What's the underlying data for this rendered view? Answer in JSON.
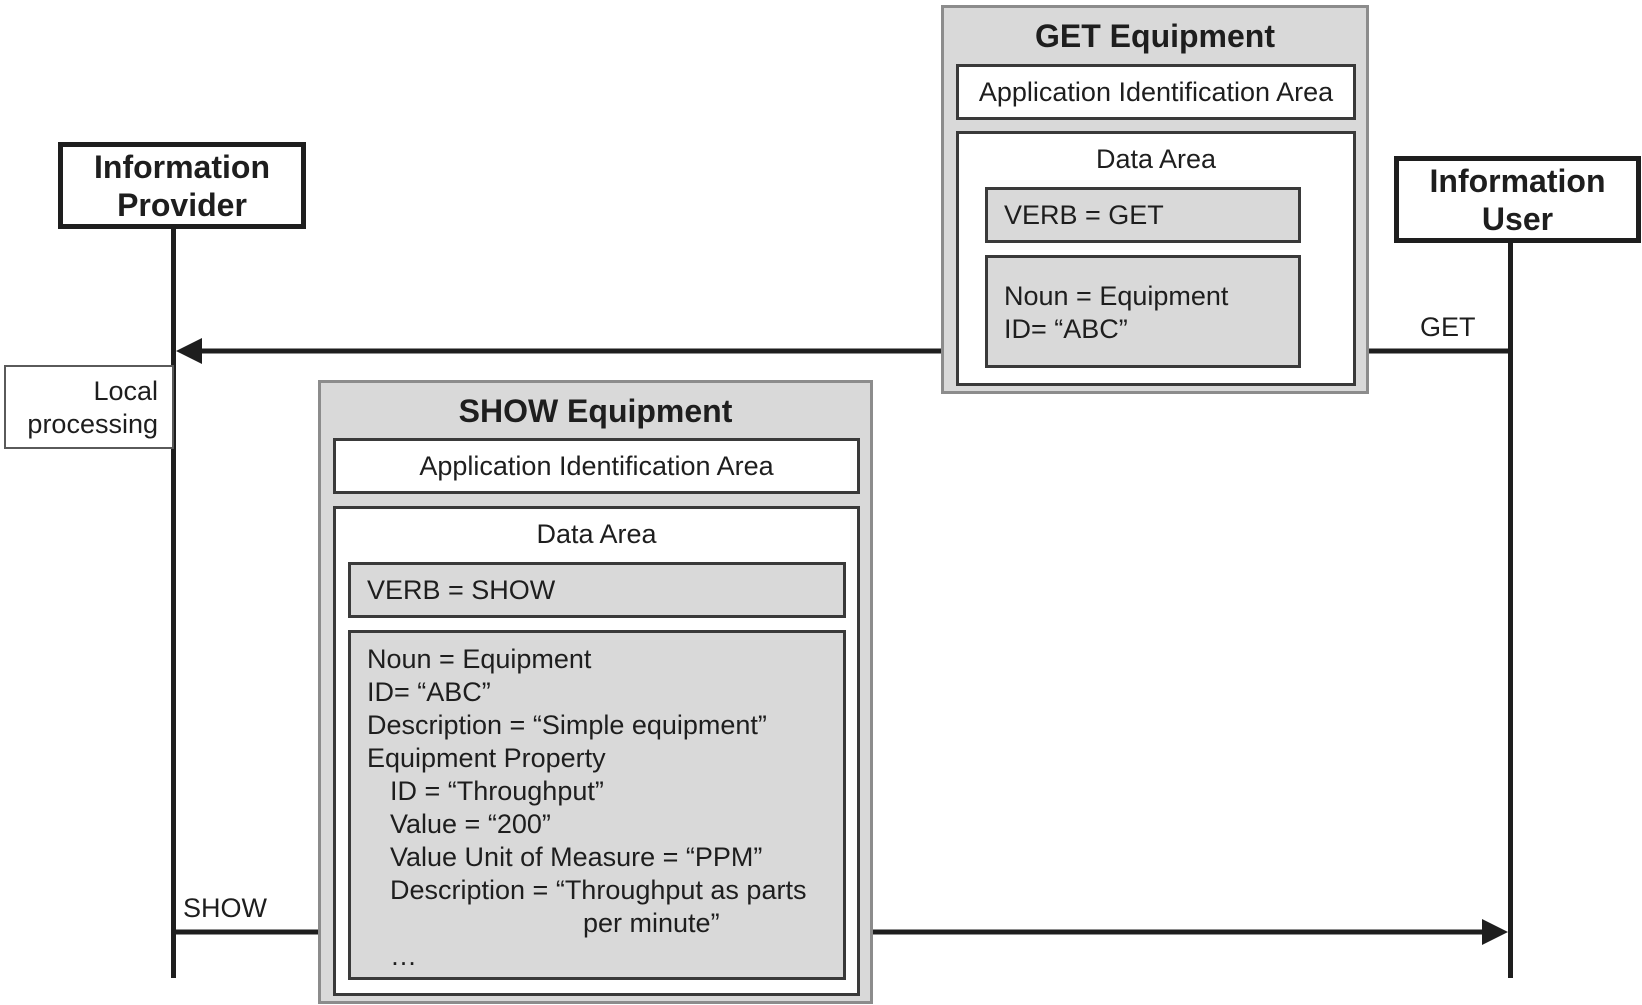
{
  "provider": {
    "line1": "Information",
    "line2": "Provider"
  },
  "user": {
    "line1": "Information",
    "line2": "User"
  },
  "local": {
    "line1": "Local",
    "line2": "processing"
  },
  "messages": {
    "get_label": "GET",
    "show_label": "SHOW"
  },
  "get_envelope": {
    "title": "GET Equipment",
    "app_area": "Application Identification Area",
    "data_area": "Data Area",
    "verb": "VERB = GET",
    "noun": [
      "Noun = Equipment",
      "ID= “ABC”"
    ]
  },
  "show_envelope": {
    "title": "SHOW Equipment",
    "app_area": "Application Identification Area",
    "data_area": "Data Area",
    "verb": "VERB = SHOW",
    "noun": [
      "Noun = Equipment",
      "ID= “ABC”",
      "Description = “Simple equipment”",
      "Equipment Property",
      "ID = “Throughput”",
      "Value = “200”",
      "Value Unit of Measure = “PPM”",
      "Description = “Throughput as parts",
      "per minute”",
      "…"
    ]
  },
  "colors": {
    "line": "#1e1e1e",
    "envelope_fill": "#d9d9d9",
    "envelope_border": "#8c8c8c"
  }
}
